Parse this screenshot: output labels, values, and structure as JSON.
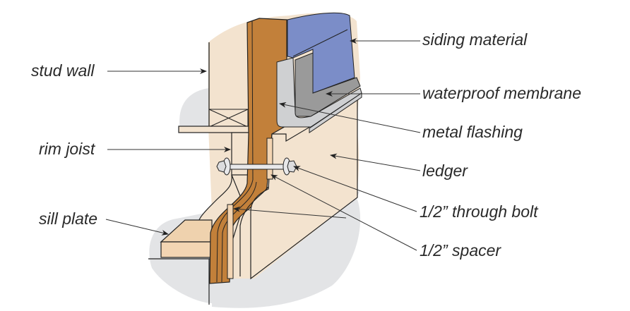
{
  "labels": {
    "stud_wall": "stud wall",
    "rim_joist": "rim joist",
    "sill_plate": "sill plate",
    "siding_material": "siding material",
    "waterproof_membrane": "waterproof membrane",
    "metal_flashing": "metal flashing",
    "ledger": "ledger",
    "through_bolt": "1/2” through bolt",
    "spacer": "1/2” spacer"
  },
  "colors": {
    "wood": "#f3e3cf",
    "wood_dark": "#efd2ae",
    "membrane_brown": "#c2803a",
    "siding_blue": "#7b8dc8",
    "membrane_grey": "#9a9a9a",
    "flashing_grey": "#cfd0d2",
    "shadow": "#e3e4e6"
  }
}
